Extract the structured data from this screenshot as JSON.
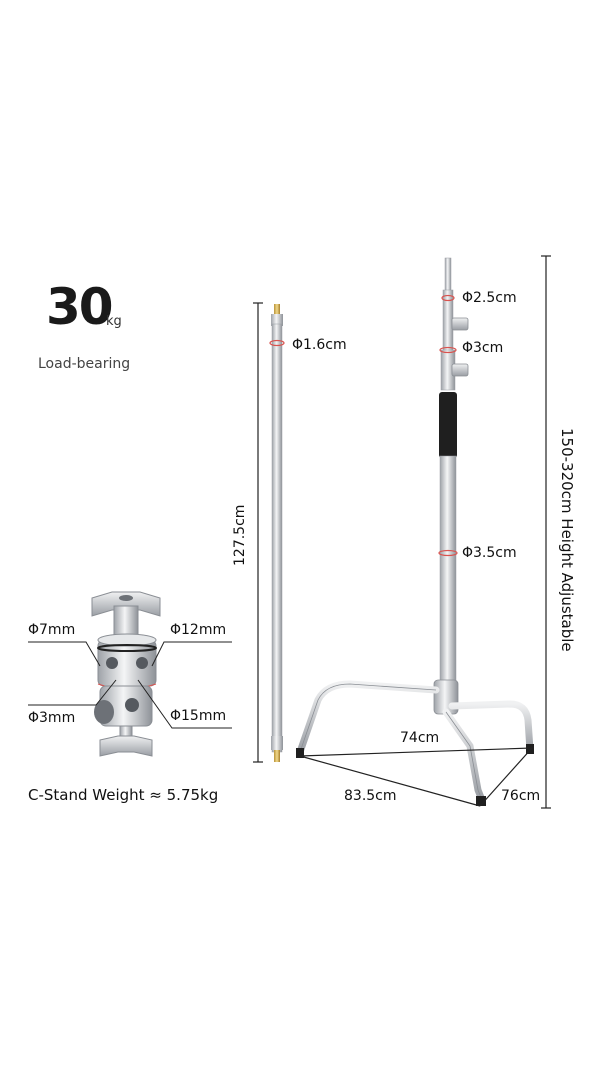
{
  "load": {
    "value": "30",
    "unit": "kg",
    "caption": "Load-bearing"
  },
  "grip_head": {
    "dim_top_left": "Φ7mm",
    "dim_top_right": "Φ12mm",
    "dim_bottom_left": "Φ3mm",
    "dim_bottom_right": "Φ15mm",
    "weight_caption": "C-Stand Weight ≈ 5.75kg"
  },
  "arm": {
    "diameter": "Φ1.6cm",
    "length": "127.5cm"
  },
  "stand": {
    "dia_top": "Φ2.5cm",
    "dia_mid": "Φ3cm",
    "dia_bottom": "Φ3.5cm",
    "height": "150-320cm Height Adjustable",
    "base_inner": "74cm",
    "base_front": "83.5cm",
    "base_side": "76cm"
  },
  "colors": {
    "accent": "#d9534f",
    "metal": "#c9ccd1",
    "dark": "#222222"
  }
}
